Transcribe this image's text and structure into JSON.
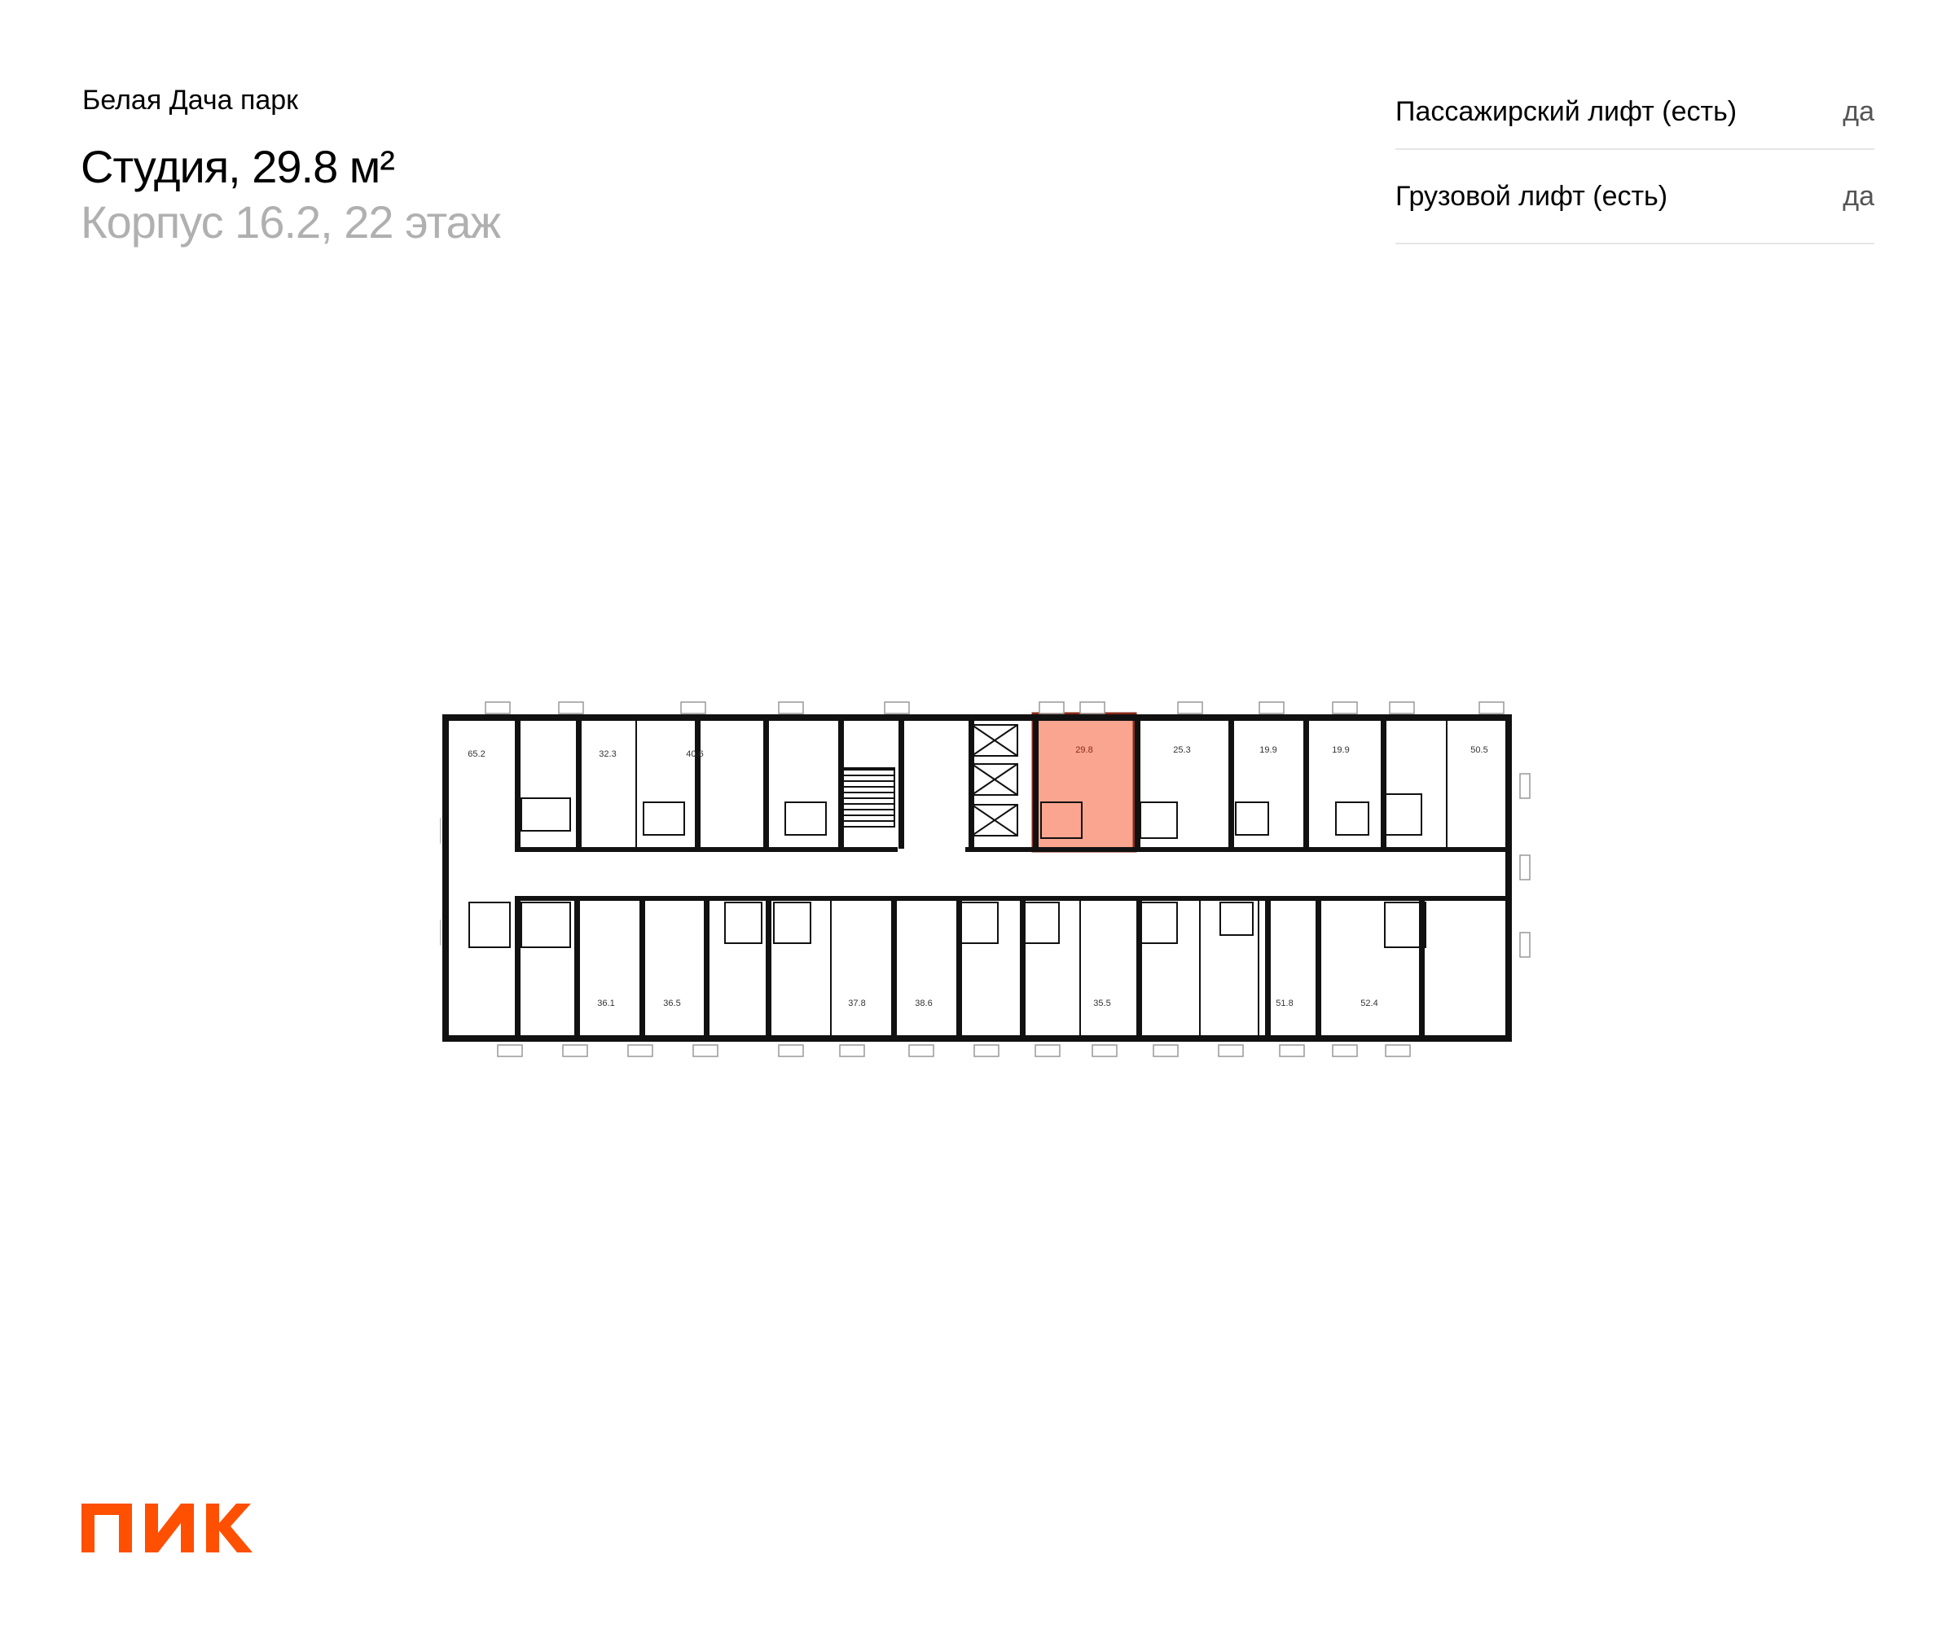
{
  "header": {
    "project": "Белая Дача парк",
    "title": "Студия, 29.8 м²",
    "subtitle": "Корпус 16.2, 22 этаж"
  },
  "specs": [
    {
      "label": "Пассажирский лифт (есть)",
      "value": "да"
    },
    {
      "label": "Грузовой лифт (есть)",
      "value": "да"
    }
  ],
  "floor_plan": {
    "highlight_color": "#f9a58f",
    "highlight_border": "#8b2a1a",
    "selected_unit": "29.8",
    "units_top": [
      "65.2",
      "32.3",
      "40.6",
      "29.8",
      "25.3",
      "19.9",
      "19.9",
      "50.5"
    ],
    "units_bottom": [
      "36.1",
      "36.5",
      "37.8",
      "38.6",
      "35.5",
      "51.8",
      "52.4"
    ]
  },
  "logo": {
    "text": "ПИК",
    "color": "#ff4f00"
  }
}
